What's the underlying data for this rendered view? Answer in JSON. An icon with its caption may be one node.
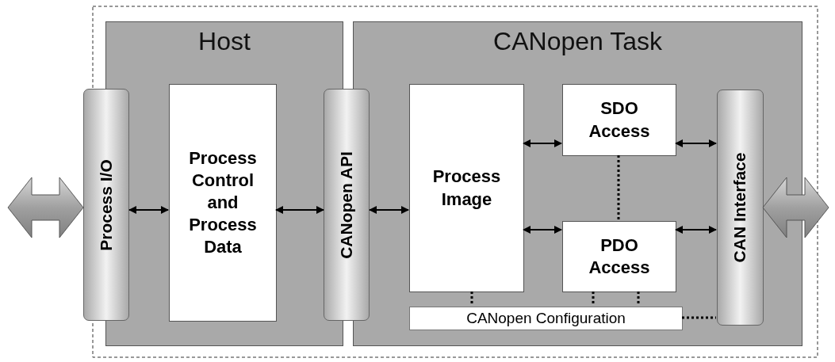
{
  "diagram": {
    "nodes": [
      {
        "text": [
          "Host"
        ]
      },
      {
        "text": [
          "Process I/O"
        ]
      },
      {
        "text": [
          "Process Control and Process Data"
        ],
        "in": 0
      },
      {
        "text": [
          "CANopen API"
        ]
      },
      {
        "text": [
          "CANopen Task"
        ]
      },
      {
        "text": [
          "Process Image"
        ],
        "in": 4
      },
      {
        "text": [
          "SDO Access"
        ],
        "in": 4
      },
      {
        "text": [
          "PDO Access"
        ],
        "in": 4
      },
      {
        "text": [
          "CANopen Configuration"
        ],
        "in": 4
      },
      {
        "text": [
          "CAN Interface"
        ],
        "in": 4
      }
    ],
    "edges": [
      {
        "from": null,
        "to": 1,
        "arrow": "both",
        "style": "thick"
      },
      {
        "from": 1,
        "to": 2,
        "arrow": "both"
      },
      {
        "from": 2,
        "to": 3,
        "arrow": "both"
      },
      {
        "from": 3,
        "to": 5,
        "arrow": "both"
      },
      {
        "from": 5,
        "to": 6,
        "arrow": "both"
      },
      {
        "from": 5,
        "to": 7,
        "arrow": "both"
      },
      {
        "from": 6,
        "to": 9,
        "arrow": "both"
      },
      {
        "from": 7,
        "to": 9,
        "arrow": "both"
      },
      {
        "from": 6,
        "to": 7,
        "arrow": "none",
        "style": "dashed"
      },
      {
        "from": 5,
        "to": 8,
        "arrow": "none",
        "style": "dashed"
      },
      {
        "from": 7,
        "to": 8,
        "arrow": "none",
        "style": "dashed"
      },
      {
        "from": 7,
        "to": 8,
        "arrow": "none",
        "style": "dashed"
      },
      {
        "from": 8,
        "to": 9,
        "arrow": "none",
        "style": "dashed"
      },
      {
        "from": 9,
        "to": null,
        "arrow": "both",
        "style": "thick"
      }
    ]
  }
}
